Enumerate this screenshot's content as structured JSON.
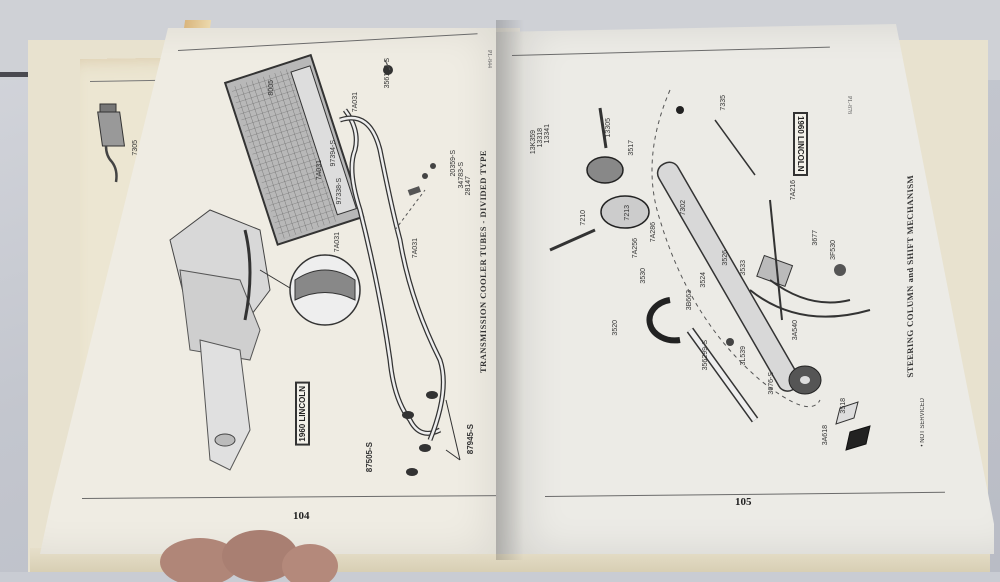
{
  "scene": "Open vintage parts catalog showing exploded-view illustrations",
  "left_page": {
    "page_number": "104",
    "title": "TRANSMISSION COOLER TUBES - DIVIDED TYPE",
    "badge": "1960 LINCOLN",
    "plate_no": "PL-844",
    "parts": [
      "356102-S",
      "8005",
      "97394-S",
      "97338-S",
      "7A031",
      "7A031",
      "7A031",
      "7A031",
      "20359-S",
      "34783-S",
      "28147",
      "87505-S",
      "87945-S"
    ]
  },
  "right_page": {
    "page_number": "105",
    "title": "STEERING COLUMN and SHIFT MECHANISM",
    "badge": "1960 LINCOLN",
    "plate_no": "PL-878",
    "footnote": "• NOT SERVICED",
    "parts": [
      "13K359",
      "13318",
      "13305",
      "13341",
      "3517",
      "3520",
      "7210",
      "3526",
      "3533",
      "3L539",
      "3676-S",
      "3518",
      "3A618",
      "3524",
      "3B663",
      "7A286",
      "7302",
      "356299-S",
      "7335",
      "7A216",
      "3677",
      "3F530",
      "3530",
      "7A256",
      "7213",
      "3A540"
    ]
  },
  "under_page": {
    "part_label": "7305"
  },
  "colors": {
    "background": "#c6c9d0",
    "page_left": "#efece3",
    "page_right": "#ecebe6",
    "page_edge": "#d9b57d",
    "ink": "#222222"
  }
}
